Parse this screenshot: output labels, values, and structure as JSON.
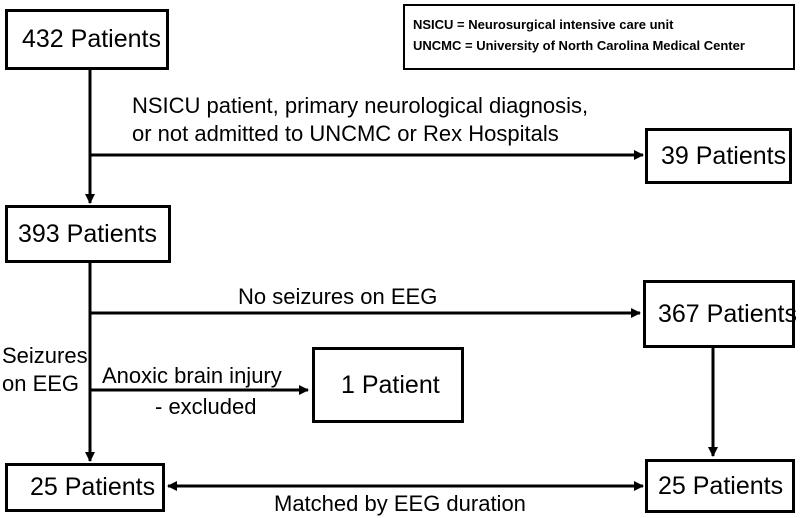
{
  "legend": {
    "line1": "NSICU = Neurosurgical intensive care unit",
    "line2": "UNCMC = University of North  Carolina Medical Center"
  },
  "boxes": {
    "b432": "432 Patients",
    "b39": "39 Patients",
    "b393": "393 Patients",
    "b367": "367 Patients",
    "b1": "1 Patient",
    "b25_left": "25 Patients",
    "b25_right": "25 Patients"
  },
  "labels": {
    "exclusion_line1": "NSICU patient, primary neurological diagnosis,",
    "exclusion_line2": "or not admitted to UNCMC or Rex Hospitals",
    "no_seizures": "No seizures on EEG",
    "seizures_line1": "Seizures",
    "seizures_line2": "on EEG",
    "anoxic_line1": "Anoxic brain injury",
    "anoxic_line2": "- excluded",
    "matched": "Matched by EEG duration"
  }
}
